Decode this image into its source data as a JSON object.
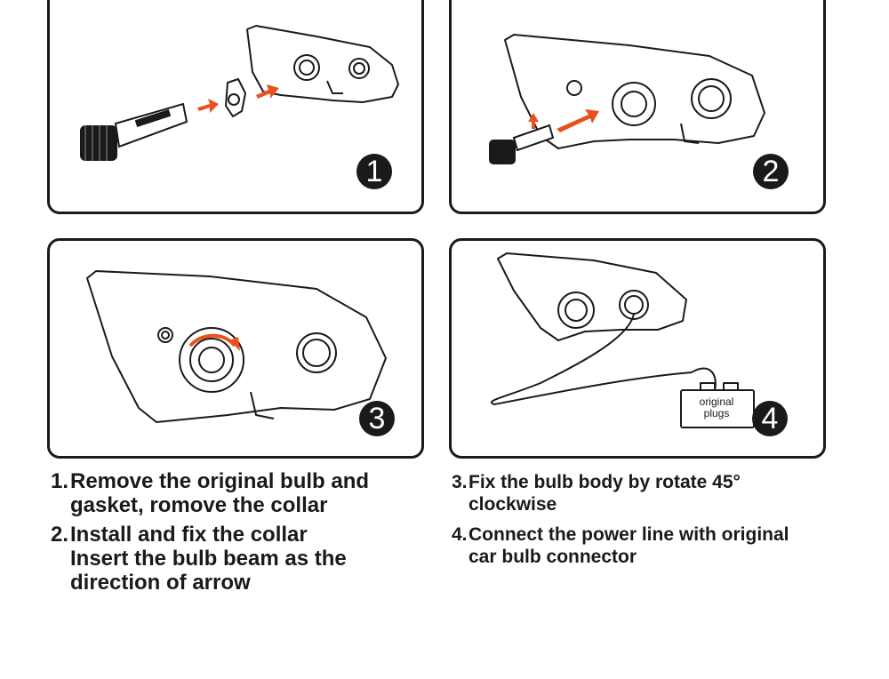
{
  "panels": [
    {
      "step_number": "1"
    },
    {
      "step_number": "2"
    },
    {
      "step_number": "3"
    },
    {
      "step_number": "4",
      "plug_label_line1": "original",
      "plug_label_line2": "plugs"
    }
  ],
  "steps": [
    {
      "number": "1.",
      "lines": [
        "Remove the original bulb and",
        "gasket, romove the collar"
      ]
    },
    {
      "number": "2.",
      "lines": [
        "Install and fix the collar",
        "Insert the bulb beam as the",
        "direction of arrow"
      ]
    },
    {
      "number": "3.",
      "lines": [
        "Fix the bulb body by rotate 45°",
        "clockwise"
      ]
    },
    {
      "number": "4.",
      "lines": [
        "Connect the power line with original",
        "car bulb connector"
      ]
    }
  ],
  "colors": {
    "arrow": "#e8511e",
    "line": "#1a1a1a",
    "background": "#ffffff"
  },
  "icons": [
    "headlight-housing-drawing",
    "led-bulb-drawing",
    "collar-drawing",
    "orange-arrow-icon",
    "rotate-arrow-icon",
    "connector-plug-drawing"
  ]
}
